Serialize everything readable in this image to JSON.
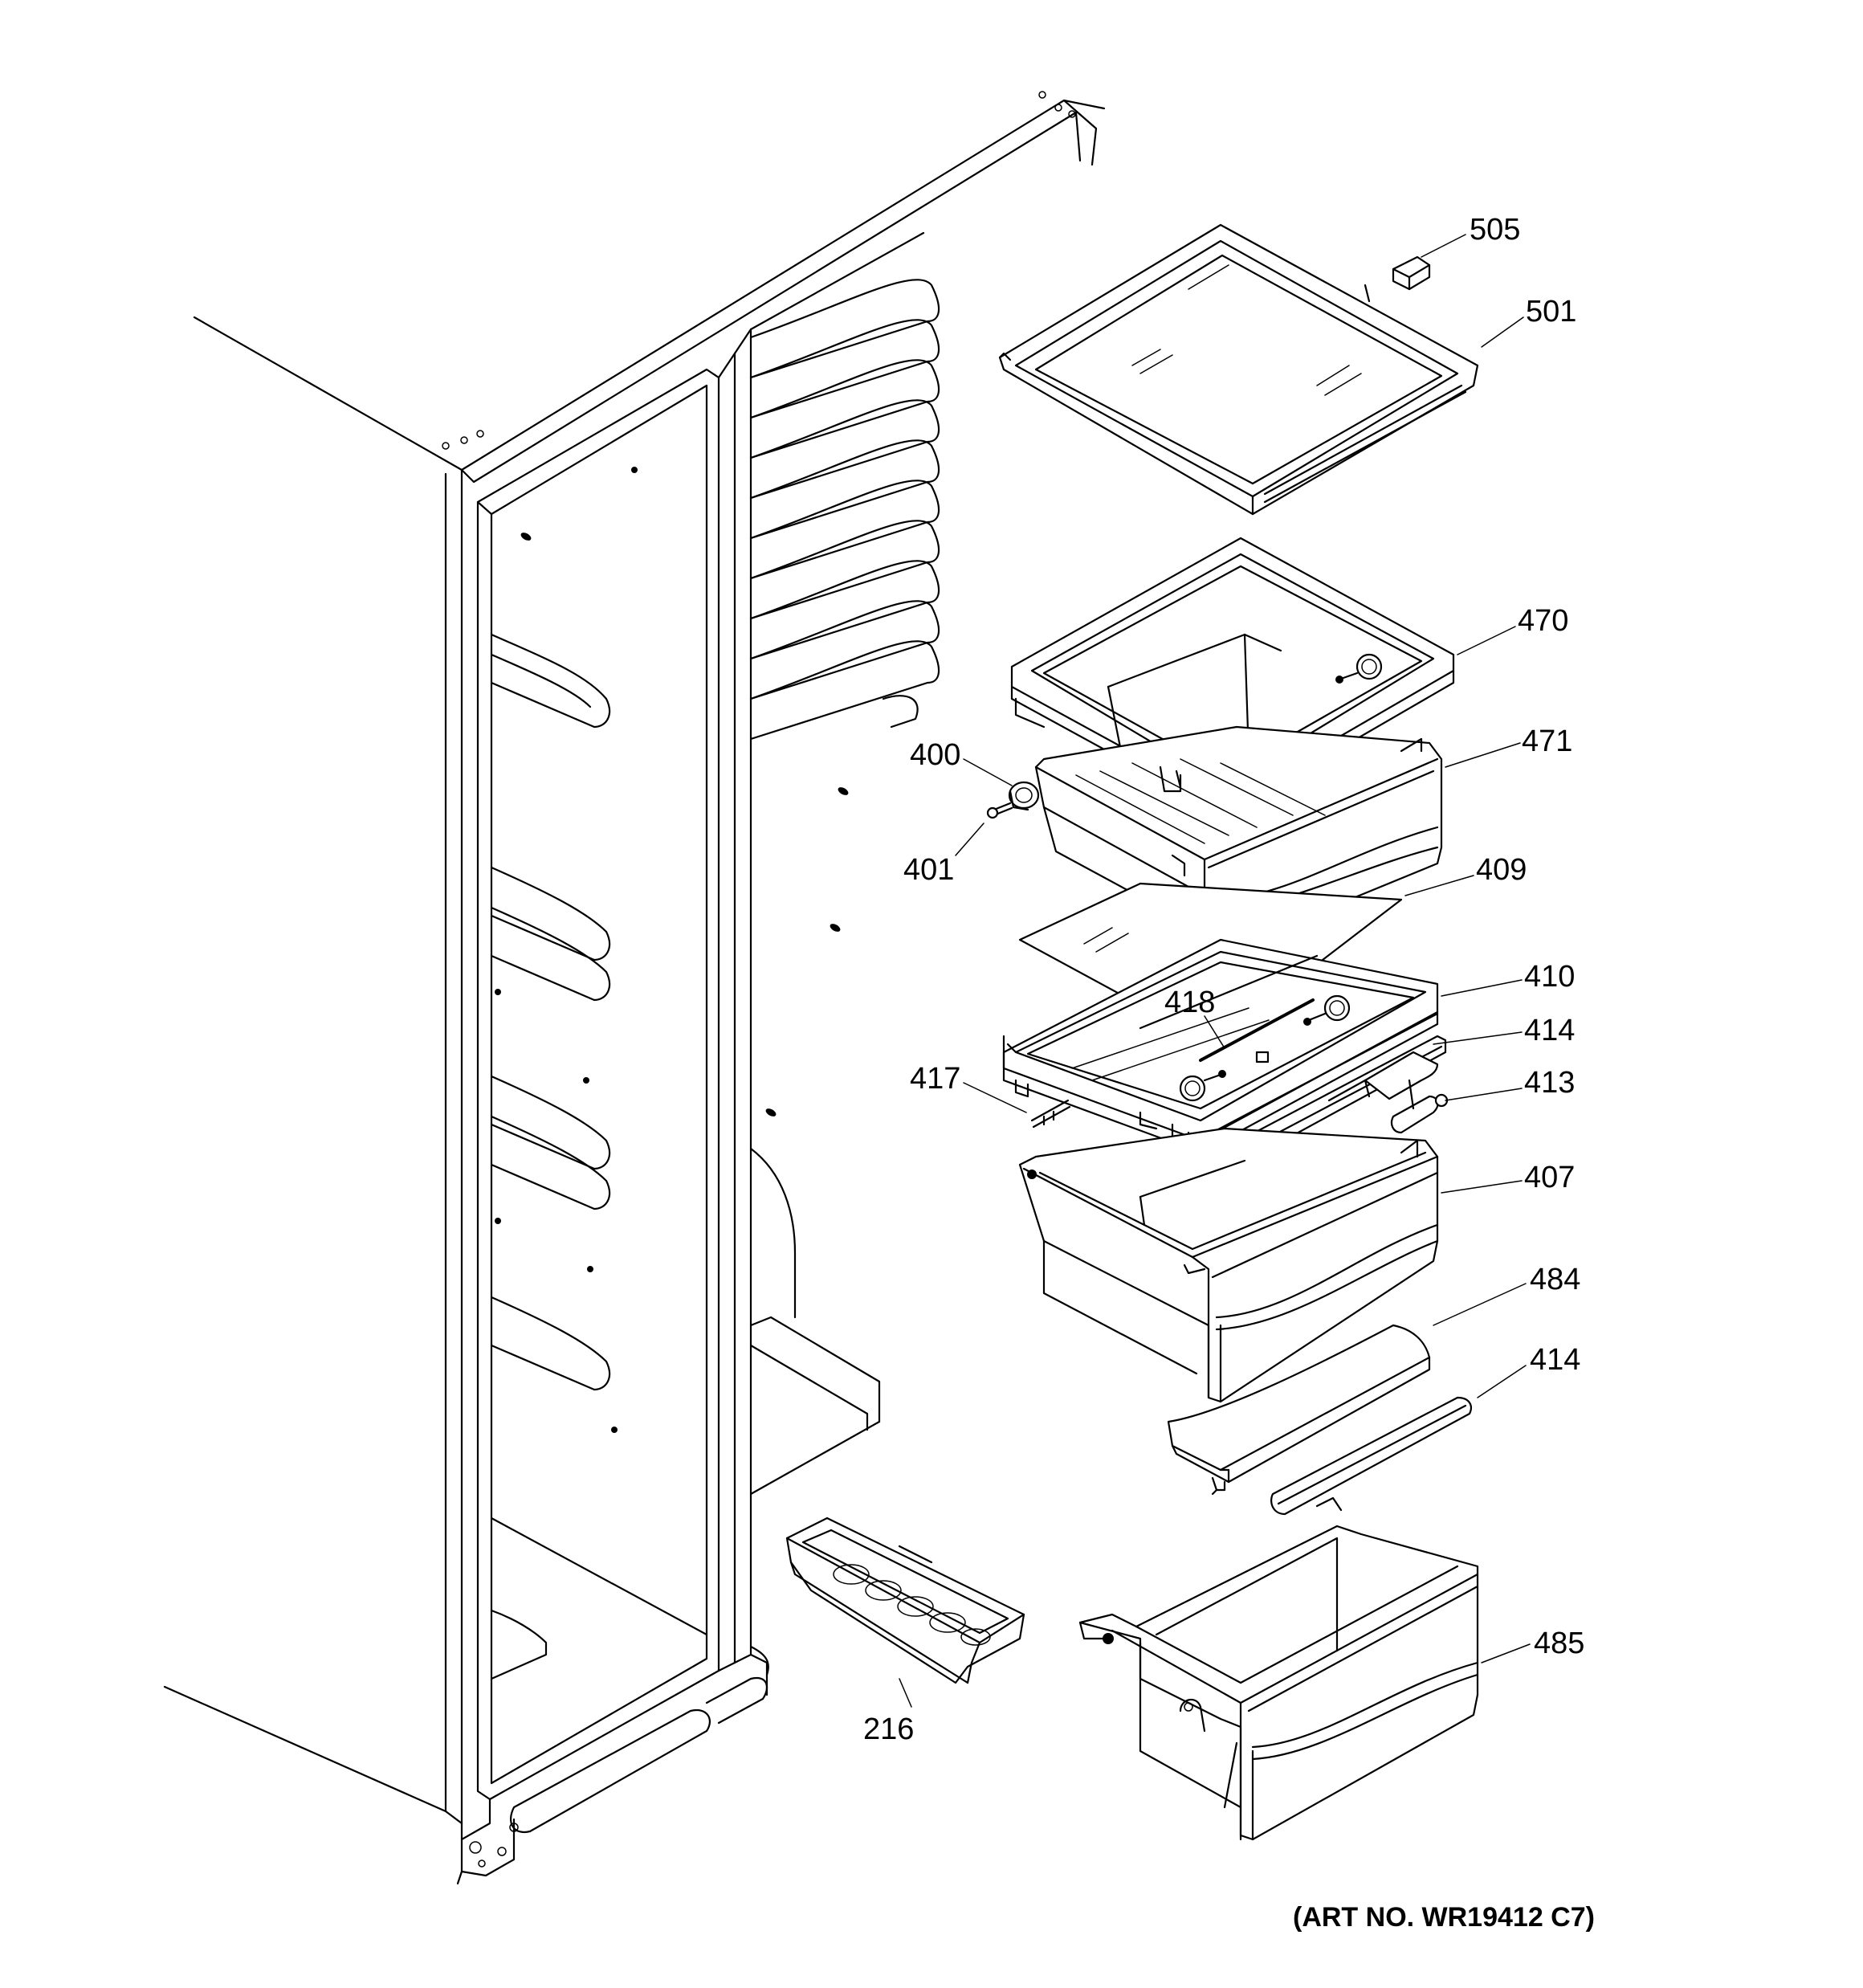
{
  "callouts": [
    {
      "id": "505",
      "label": "505"
    },
    {
      "id": "501",
      "label": "501"
    },
    {
      "id": "470",
      "label": "470"
    },
    {
      "id": "471",
      "label": "471"
    },
    {
      "id": "400",
      "label": "400"
    },
    {
      "id": "401",
      "label": "401"
    },
    {
      "id": "409",
      "label": "409"
    },
    {
      "id": "418",
      "label": "418"
    },
    {
      "id": "410",
      "label": "410"
    },
    {
      "id": "414a",
      "label": "414"
    },
    {
      "id": "413",
      "label": "413"
    },
    {
      "id": "417",
      "label": "417"
    },
    {
      "id": "407",
      "label": "407"
    },
    {
      "id": "484",
      "label": "484"
    },
    {
      "id": "414b",
      "label": "414"
    },
    {
      "id": "485",
      "label": "485"
    },
    {
      "id": "216",
      "label": "216"
    }
  ],
  "art_number": "(ART NO. WR19412 C7)"
}
